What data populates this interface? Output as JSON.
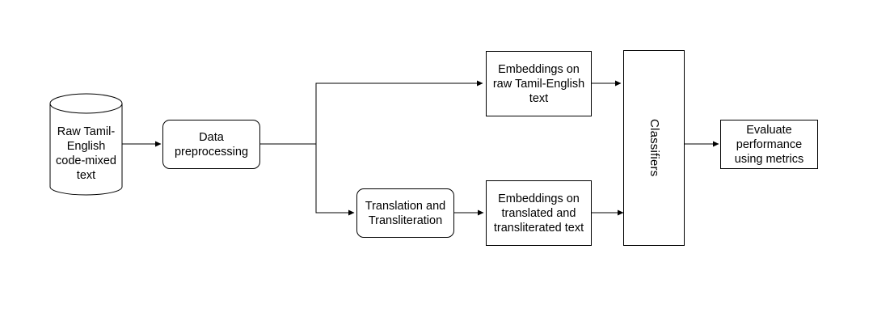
{
  "diagram": {
    "nodes": {
      "raw_text": "Raw Tamil-\nEnglish\ncode-mixed\ntext",
      "preprocessing": "Data\npreprocessing",
      "translation": "Translation and\nTransliteration",
      "embeddings_raw": "Embeddings on\nraw Tamil-English\ntext",
      "embeddings_translated": "Embeddings on\ntranslated and\ntransliterated text",
      "classifiers": "Classifiers",
      "evaluate": "Evaluate\nperformance\nusing metrics"
    },
    "edges": [
      {
        "from": "raw_text",
        "to": "preprocessing"
      },
      {
        "from": "preprocessing",
        "to": "embeddings_raw"
      },
      {
        "from": "preprocessing",
        "to": "translation"
      },
      {
        "from": "translation",
        "to": "embeddings_translated"
      },
      {
        "from": "embeddings_raw",
        "to": "classifiers"
      },
      {
        "from": "embeddings_translated",
        "to": "classifiers"
      },
      {
        "from": "classifiers",
        "to": "evaluate"
      }
    ]
  }
}
